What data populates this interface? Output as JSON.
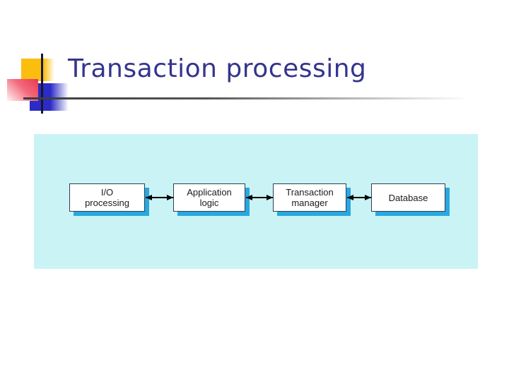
{
  "slide": {
    "title": "Transaction processing"
  },
  "diagram": {
    "boxes": [
      {
        "id": "io-processing",
        "line1": "I/O",
        "line2": "processing"
      },
      {
        "id": "application-logic",
        "line1": "Application",
        "line2": "logic"
      },
      {
        "id": "transaction-manager",
        "line1": "Transaction",
        "line2": "manager"
      },
      {
        "id": "database",
        "line1": "Database",
        "line2": ""
      }
    ],
    "connections": [
      {
        "from": "io-processing",
        "to": "application-logic",
        "bidirectional": true
      },
      {
        "from": "application-logic",
        "to": "transaction-manager",
        "bidirectional": true
      },
      {
        "from": "transaction-manager",
        "to": "database",
        "bidirectional": true
      }
    ]
  },
  "colors": {
    "title_text": "#34348E",
    "panel_bg": "#CAF3F6",
    "box_fill": "#FFFFFF",
    "box_border": "#2E3E52",
    "box_shadow": "#29A8DF",
    "arrow": "#000000",
    "deco_yellow": "#FBBE0F",
    "deco_blue": "#2B2BC6",
    "deco_pink": "#E93A52",
    "rule_dark": "#3B3B3B"
  }
}
